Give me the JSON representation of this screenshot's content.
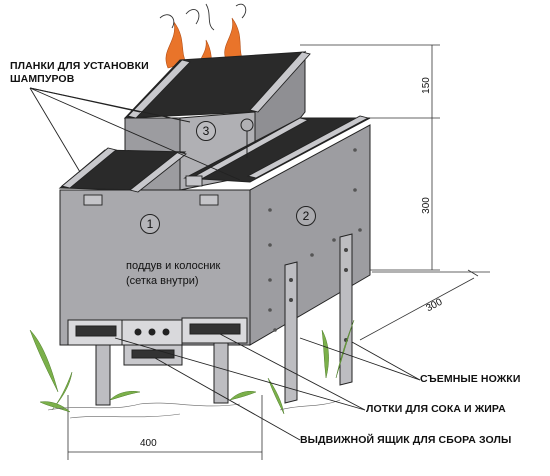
{
  "labels": {
    "top_left_line1": "ПЛАНКИ ДЛЯ УСТАНОВКИ",
    "top_left_line2": "ШАМПУРОВ",
    "center_line1": "поддув и колосник",
    "center_line2": "(сетка внутри)",
    "removable_legs": "СЪЕМНЫЕ НОЖКИ",
    "juice_trays": "ЛОТКИ ДЛЯ СОКА И ЖИРА",
    "ash_drawer": "ВЫДВИЖНОЙ ЯЩИК ДЛЯ СБОРА ЗОЛЫ"
  },
  "dimensions": {
    "top": "150",
    "height": "300",
    "depth": "300",
    "width": "400"
  },
  "sections": {
    "one": "1",
    "two": "2",
    "three": "3"
  },
  "colors": {
    "body": "#a9a9ad",
    "body_dark": "#8c8c90",
    "inside": "#2a2a2a",
    "flame": "#e9742a",
    "grass": "#7bb04a",
    "line": "#222222"
  }
}
